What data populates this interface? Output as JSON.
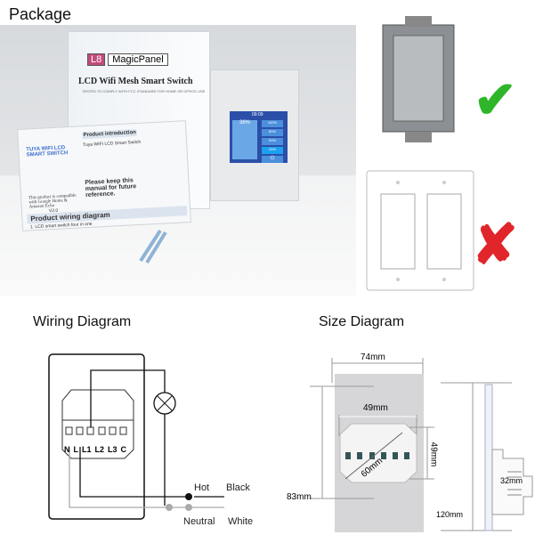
{
  "package": {
    "title": "Package",
    "box": {
      "badge": "L8",
      "brand": "MagicPanel",
      "product": "LCD Wifi Mesh Smart Switch",
      "subtitle": "TESTED TO COMPLY WITH FCC STANDARD FOR HOME OR OFFICE USE"
    },
    "manual": {
      "heading": "TUYA WIFI LCD SMART SWITCH",
      "intro_title": "Product introduction",
      "intro_sub": "Tuya WIFI LCD Smart Switch",
      "keep": "Please keep this manual for future reference.",
      "compat": "This product is compatible with Google Home & Amazon Echo",
      "version": "V2.0",
      "wiring_title": "Product wiring diagram",
      "wiring_item": "1.  LCD smart switch four in one"
    },
    "screen": {
      "time": "09:09",
      "level": "36%",
      "buttons": [
        "100%",
        "80%",
        "50%",
        "24%"
      ]
    },
    "compatible_icon": "check-icon",
    "incompatible_icon": "cross-icon",
    "colors": {
      "check": "#2fb52a",
      "cross": "#e0262b"
    }
  },
  "wiring": {
    "title": "Wiring Diagram",
    "terminals": [
      "N",
      "L",
      "L1",
      "L2",
      "L3",
      "C"
    ],
    "hot": "Hot",
    "black": "Black",
    "neutral": "Neutral",
    "white": "White"
  },
  "size": {
    "title": "Size Diagram",
    "width": "74mm",
    "inner_width": "49mm",
    "inner_height": "49mm",
    "diagonal": "60mm",
    "mount": "83mm",
    "depth": "32mm",
    "height": "120mm"
  }
}
